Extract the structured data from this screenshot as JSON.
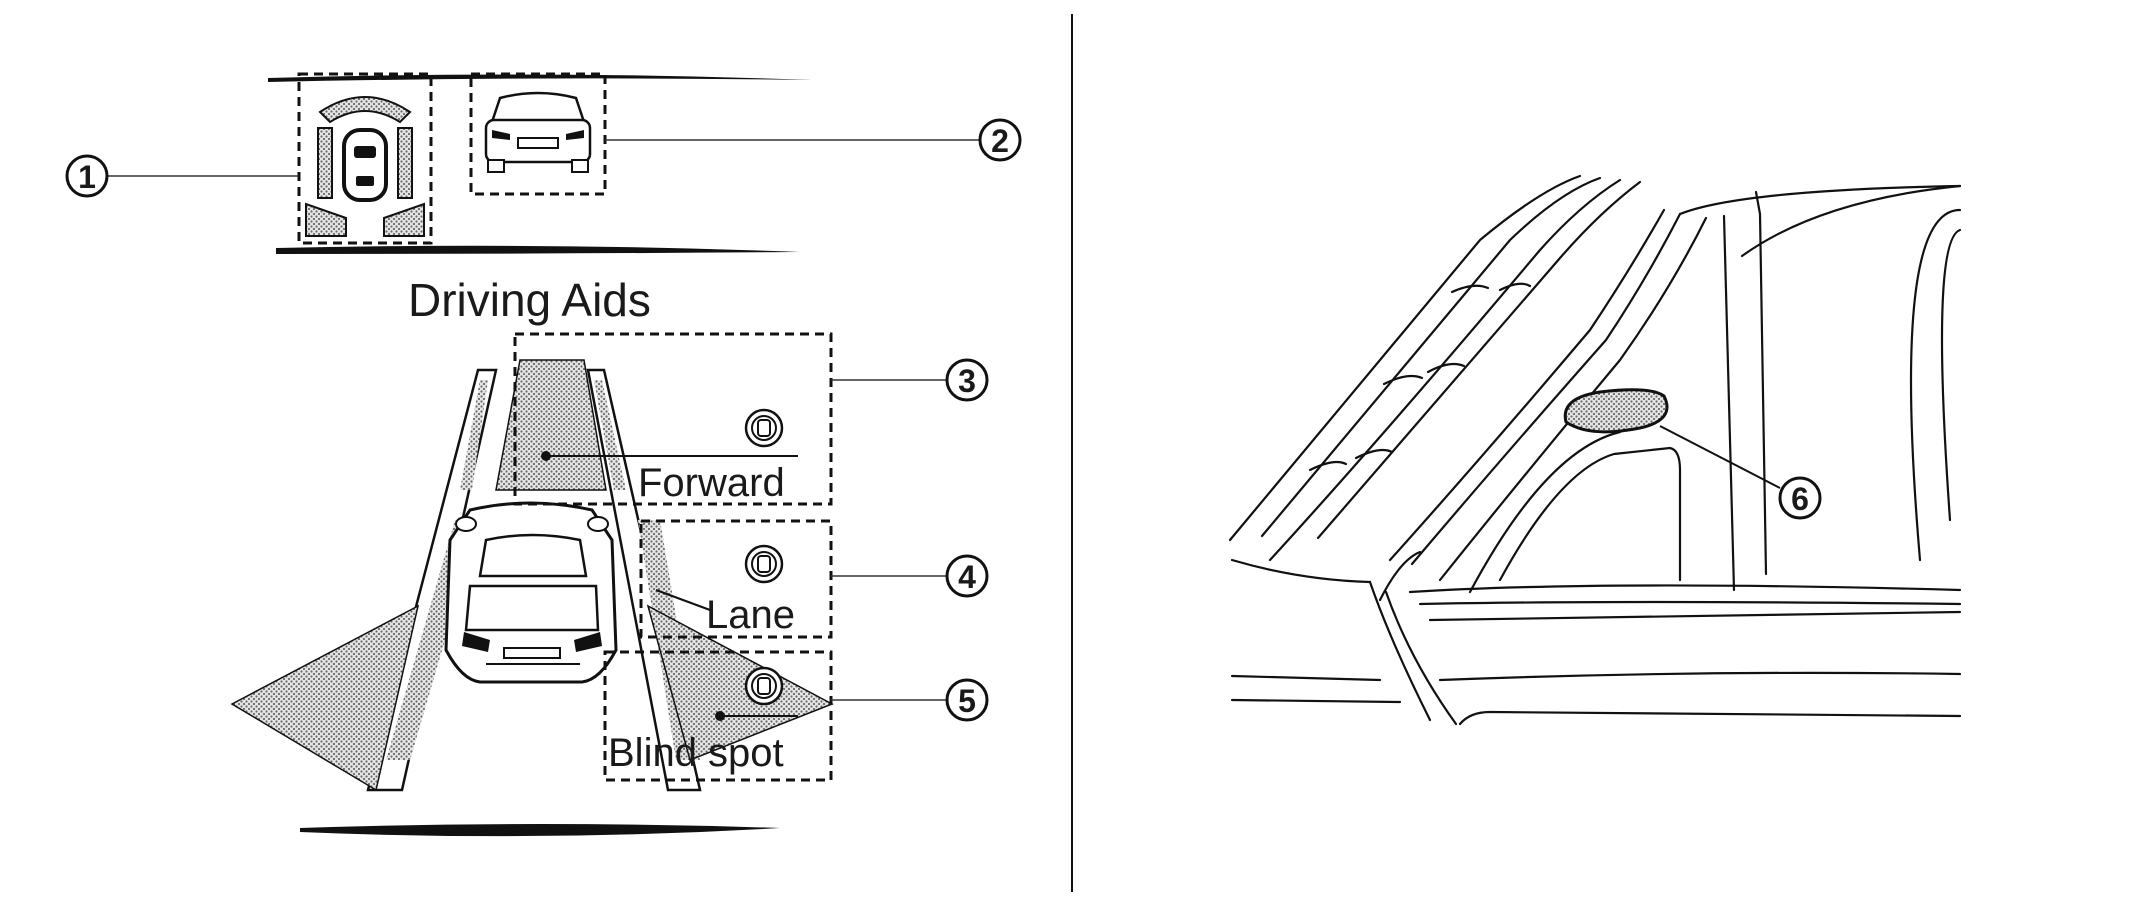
{
  "left_panel": {
    "title": "Driving Aids",
    "labels": {
      "forward": "Forward",
      "lane": "Lane",
      "blind_spot": "Blind spot"
    },
    "callouts": [
      "1",
      "2",
      "3",
      "4",
      "5"
    ]
  },
  "right_panel": {
    "callouts": [
      "6"
    ]
  },
  "callout_glyphs": [
    "①",
    "②",
    "③",
    "④",
    "⑤",
    "⑥"
  ]
}
